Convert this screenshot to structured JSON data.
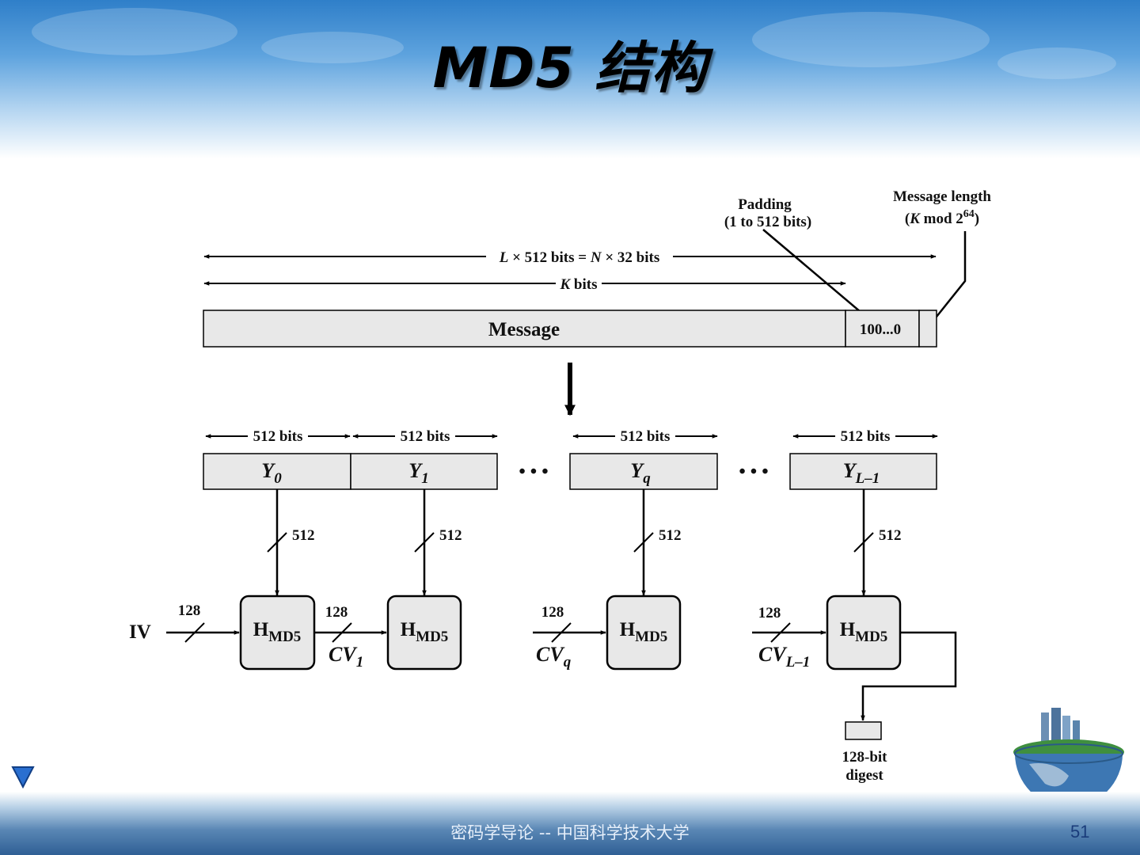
{
  "slide": {
    "title": "MD5 结构",
    "footer": "密码学导论 -- 中国科学技术大学",
    "page_number": "51"
  },
  "diagram": {
    "padding_label": [
      "Padding",
      "(1 to 512 bits)"
    ],
    "message_length_label": {
      "line1": "Message length",
      "line2_pre": "(",
      "var": "K",
      "line2_mid": " mod 2",
      "exponent": "64",
      "line2_post": ")"
    },
    "length_arrow_total": {
      "v1": "L",
      "t1": " × 512 bits = ",
      "v2": "N",
      "t2": " × 32 bits"
    },
    "length_arrow_k": {
      "var": "K",
      "text": " bits"
    },
    "message_label": "Message",
    "padding_value": "100...0",
    "block_bits_label": "512 bits",
    "ellipsis": "• • •",
    "blocks": [
      {
        "base": "Y",
        "sub": "0"
      },
      {
        "base": "Y",
        "sub": "1"
      },
      {
        "base": "Y",
        "sub": "q"
      },
      {
        "base": "Y",
        "sub": "L–1"
      }
    ],
    "block_input_width": "512",
    "chain_width": "128",
    "iv_label": "IV",
    "compression": {
      "base": "H",
      "sub": "MD5"
    },
    "chain_values": [
      {
        "base": "CV",
        "sub": "1"
      },
      {
        "base": "CV",
        "sub": "q"
      },
      {
        "base": "CV",
        "sub": "L–1"
      }
    ],
    "digest_label": [
      "128-bit",
      "digest"
    ]
  }
}
